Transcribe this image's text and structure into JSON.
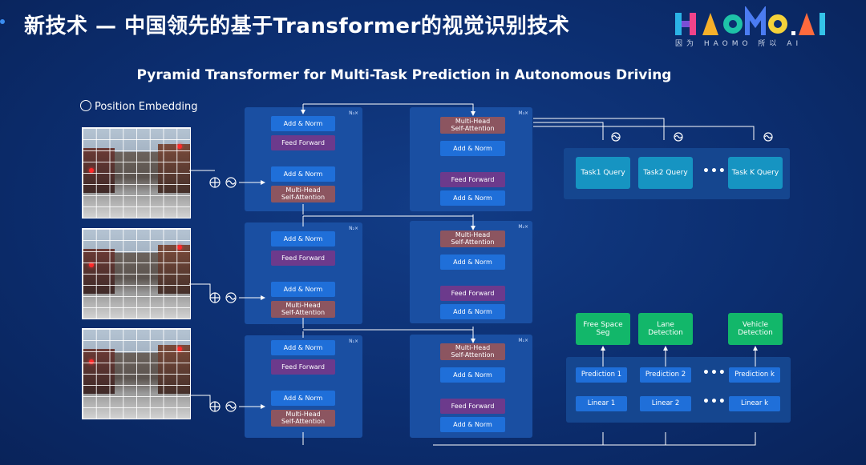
{
  "slide": {
    "title": "新技术 — 中国领先的基于Transformer的视觉识别技术",
    "subtitle": "Pyramid Transformer for Multi-Task Prediction in Autonomous Driving"
  },
  "logo": {
    "text": "HAOMO.AI",
    "tagline": "因为 HAOMO 所以 AI"
  },
  "position_embedding": {
    "label": "Position Embedding"
  },
  "encoders": [
    {
      "tag": "N₃×",
      "blocks": [
        "Add & Norm",
        "Feed Forward",
        "Add & Norm",
        "Multi-Head Self-Attention"
      ]
    },
    {
      "tag": "N₂×",
      "blocks": [
        "Add & Norm",
        "Feed Forward",
        "Add & Norm",
        "Multi-Head Self-Attention"
      ]
    },
    {
      "tag": "N₁×",
      "blocks": [
        "Add & Norm",
        "Feed Forward",
        "Add & Norm",
        "Multi-Head Self-Attention"
      ]
    }
  ],
  "decoders": [
    {
      "tag": "M₃×",
      "blocks": [
        "Multi-Head Self-Attention",
        "Add & Norm",
        "Feed Forward",
        "Add & Norm"
      ]
    },
    {
      "tag": "M₂×",
      "blocks": [
        "Multi-Head Self-Attention",
        "Add & Norm",
        "Feed Forward",
        "Add & Norm"
      ]
    },
    {
      "tag": "M₁×",
      "blocks": [
        "Multi-Head Self-Attention",
        "Add & Norm",
        "Feed Forward",
        "Add & Norm"
      ]
    }
  ],
  "queries": [
    "Task1 Query",
    "Task2 Query",
    "Task K Query"
  ],
  "outputs": [
    "Free Space Seg",
    "Lane Detection",
    "Vehicle Detection"
  ],
  "predictions": [
    "Prediction 1",
    "Prediction 2",
    "Prediction k"
  ],
  "linears": [
    "Linear 1",
    "Linear 2",
    "Linear k"
  ],
  "ellipsis": "•••",
  "colors": {
    "background": "#0c2e70",
    "block_blue": "#1f6fd9",
    "block_purple": "#6c3a8c",
    "block_brown": "#8c5560",
    "query": "#1694c2",
    "output": "#12b76a"
  }
}
